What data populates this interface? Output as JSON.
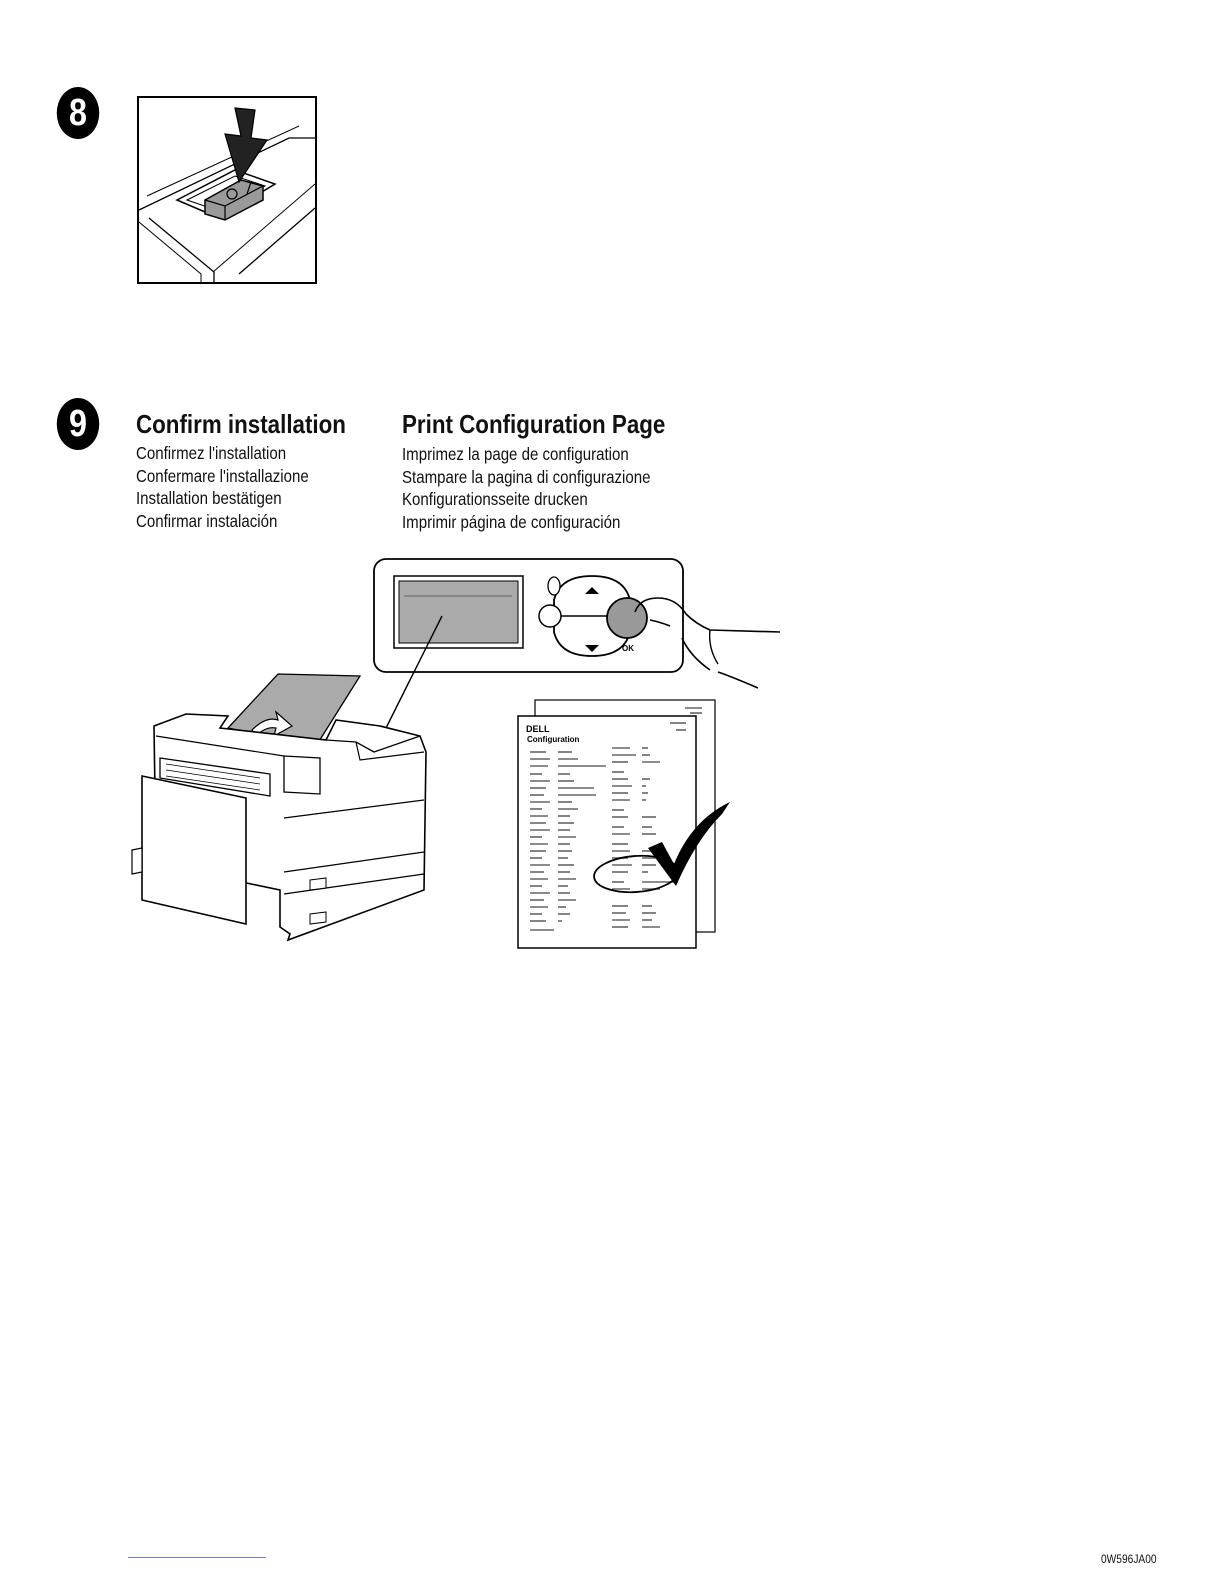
{
  "steps": {
    "step8": {
      "number": "8"
    },
    "step9": {
      "number": "9",
      "left": {
        "heading": "Confirm installation",
        "lines": [
          "Confirmez l'installation",
          "Confermare l'installazione",
          "Installation bestätigen",
          "Confirmar instalación"
        ]
      },
      "right": {
        "heading": "Print Configuration Page",
        "lines": [
          "Imprimez la page de configuration",
          "Stampare la pagina di configurazione",
          "Konfigurationsseite drucken",
          "Imprimir página de configuración"
        ]
      }
    }
  },
  "illustration": {
    "ok_label": "OK",
    "report_logo": "DELL",
    "report_title": "Configuration"
  },
  "footer": {
    "doc_code": "0W596JA00"
  }
}
